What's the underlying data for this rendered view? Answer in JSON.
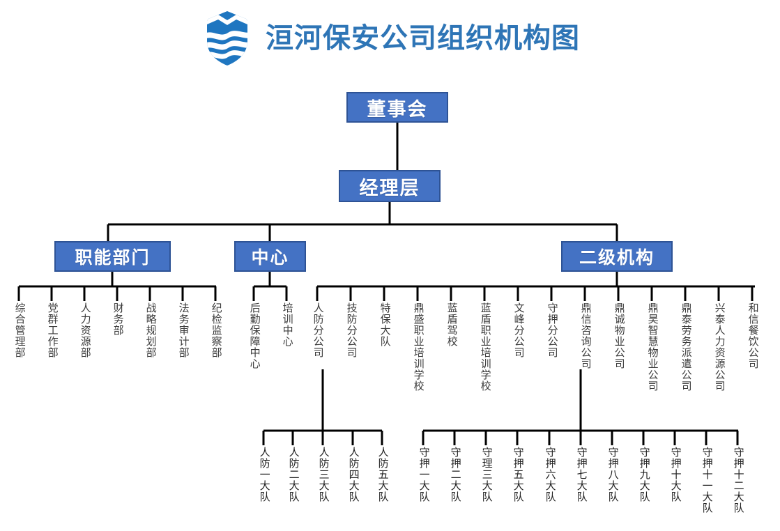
{
  "header": {
    "title": "洹河保安公司组织机构图",
    "logo_name": "shield-logo",
    "title_color": "#2E75B6",
    "logo_color": "#1F76C0"
  },
  "theme": {
    "box_fill": "#4472C4",
    "box_border": "#2E5395",
    "box_text": "#FFFFFF",
    "line_color": "#000000",
    "leaf_text": "#3B3B3B"
  },
  "chart_data": {
    "type": "org-chart",
    "title": "洹河保安公司组织机构图",
    "root": "董事会",
    "levels": [
      [
        "董事会"
      ],
      [
        "经理层"
      ],
      [
        "职能部门",
        "中心",
        "二级机构"
      ]
    ]
  },
  "nodes": {
    "board": "董事会",
    "management": "经理层",
    "functional": "职能部门",
    "center": "中心",
    "secondary": "二级机构"
  },
  "functional_departments": [
    {
      "label": "综合管理部"
    },
    {
      "label": "党群工作部"
    },
    {
      "label": "人力资源部"
    },
    {
      "label": "财务部"
    },
    {
      "label": "战略规划部"
    },
    {
      "label": "法务审计部"
    },
    {
      "label": "纪检监察部"
    }
  ],
  "centers": [
    {
      "label": "后勤保障中心"
    },
    {
      "label": "培训中心"
    }
  ],
  "secondary_units": [
    {
      "label": "人防分公司"
    },
    {
      "label": "技防分公司"
    },
    {
      "label": "特保大队"
    },
    {
      "label": "鼎盛职业培训学校"
    },
    {
      "label": "蓝盾驾校"
    },
    {
      "label": "蓝盾职业培训学校"
    },
    {
      "label": "文峰分公司"
    },
    {
      "label": "守押分公司"
    },
    {
      "label": "鼎信咨询公司"
    },
    {
      "label": "鼎诚物业公司"
    },
    {
      "label": "鼎昊智慧物业公司"
    },
    {
      "label": "鼎泰劳务派遣公司"
    },
    {
      "label": "兴泰人力资源公司"
    },
    {
      "label": "和信餐饮公司"
    }
  ],
  "rf_brigades": [
    {
      "label": "人防一大队"
    },
    {
      "label": "人防二大队"
    },
    {
      "label": "人防三大队"
    },
    {
      "label": "人防四大队"
    },
    {
      "label": "人防五大队"
    }
  ],
  "guard_brigades": [
    {
      "label": "守押一大队"
    },
    {
      "label": "守押二大队"
    },
    {
      "label": "守理三大队"
    },
    {
      "label": "守押五大队"
    },
    {
      "label": "守押六大队"
    },
    {
      "label": "守押七大队"
    },
    {
      "label": "守押八大队"
    },
    {
      "label": "守押九大队"
    },
    {
      "label": "守押十大队"
    },
    {
      "label": "守押十一大队"
    },
    {
      "label": "守押十二大队"
    }
  ]
}
